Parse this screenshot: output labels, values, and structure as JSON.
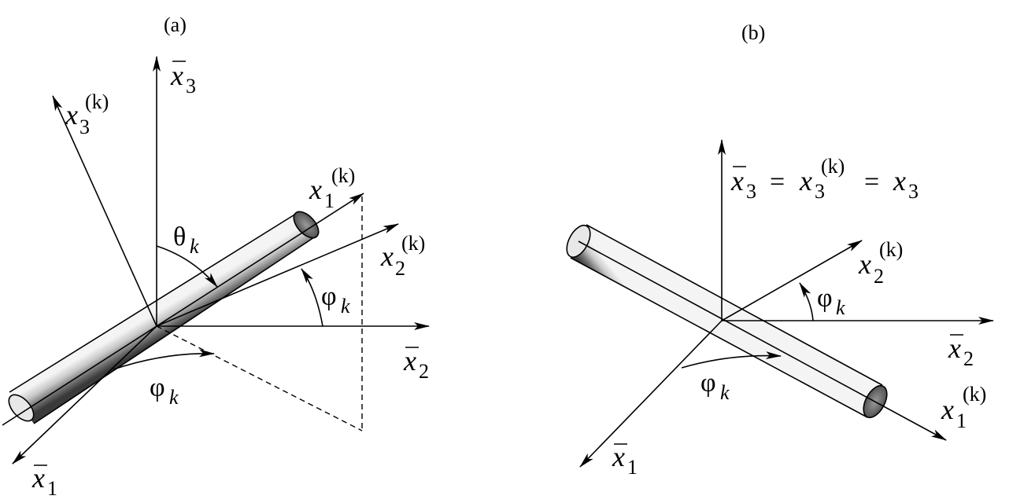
{
  "panels": {
    "a": {
      "label": "(a)",
      "axis_x1bar": {
        "base": "x",
        "sub": "1"
      },
      "axis_x2bar": {
        "base": "x",
        "sub": "2"
      },
      "axis_x3bar": {
        "base": "x",
        "sub": "3"
      },
      "axis_x1k": {
        "base": "x",
        "sub": "1",
        "sup": "(k)"
      },
      "axis_x2k": {
        "base": "x",
        "sub": "2",
        "sup": "(k)"
      },
      "axis_x3k": {
        "base": "x",
        "sub": "3",
        "sup": "(k)"
      },
      "angle_theta": {
        "base": "θ",
        "sub": "k"
      },
      "angle_phi_upper": {
        "base": "φ",
        "sub": "k"
      },
      "angle_phi_lower": {
        "base": "φ",
        "sub": "k"
      }
    },
    "b": {
      "label": "(b)",
      "axis_x3_equality": {
        "x3bar": "x",
        "sub3": "3",
        "eq1": "=",
        "x3k": "x",
        "sub3k": "3",
        "sup3k": "(k)",
        "eq2": "=",
        "x3": "x",
        "sub3plain": "3"
      },
      "axis_x1bar": {
        "base": "x",
        "sub": "1"
      },
      "axis_x2bar": {
        "base": "x",
        "sub": "2"
      },
      "axis_x1k": {
        "base": "x",
        "sub": "1",
        "sup": "(k)"
      },
      "axis_x2k": {
        "base": "x",
        "sub": "2",
        "sup": "(k)"
      },
      "angle_phi_upper": {
        "base": "φ",
        "sub": "k"
      },
      "angle_phi_lower": {
        "base": "φ",
        "sub": "k"
      }
    }
  },
  "colors": {
    "ink": "#000000",
    "rod_dark": "#4a4a4a",
    "rod_light": "#f2f2f2",
    "background": "#ffffff"
  }
}
